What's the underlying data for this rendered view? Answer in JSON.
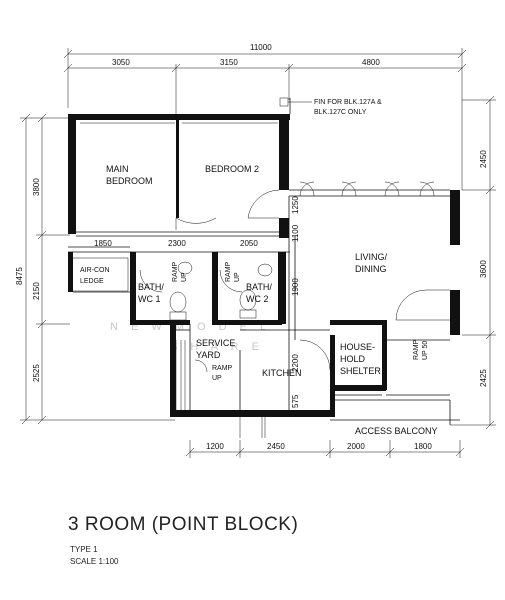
{
  "dimensions": {
    "overall_top": "11000",
    "top": [
      "3050",
      "3150",
      "4800"
    ],
    "interior_row": [
      "1850",
      "2300",
      "2050"
    ],
    "bottom": [
      "1200",
      "2450",
      "2000",
      "1800"
    ],
    "left": [
      "3800",
      "2150",
      "2525"
    ],
    "left_overall": "8475",
    "right": [
      "2450",
      "3600",
      "2425"
    ],
    "vertical_inner": [
      "1250",
      "1100",
      "1900",
      "2200",
      "575"
    ]
  },
  "rooms": {
    "main_bedroom": [
      "MAIN",
      "BEDROOM"
    ],
    "bedroom2": "BEDROOM 2",
    "living": [
      "LIVING/",
      "DINING"
    ],
    "bath1": [
      "BATH/",
      "WC 1"
    ],
    "bath2": [
      "BATH/",
      "WC 2"
    ],
    "aircon": [
      "AIR-CON",
      "LEDGE"
    ],
    "service_yard": [
      "SERVICE",
      "YARD"
    ],
    "kitchen": "KITCHEN",
    "shelter": [
      "HOUSE-",
      "HOLD",
      "SHELTER"
    ],
    "access_balcony": "ACCESS BALCONY"
  },
  "ramps": {
    "bath1": [
      "RAMP",
      "UP"
    ],
    "bath2": [
      "RAMP",
      "UP"
    ],
    "yard": [
      "RAMP",
      "UP"
    ],
    "entrance": [
      "RAMP",
      "UP 50"
    ]
  },
  "note": [
    "FIN FOR BLK.127A &",
    "BLK.127C ONLY"
  ],
  "watermark": [
    "N  E  W    M  O  D  E  L",
    "S  H  A  R  E"
  ],
  "title": {
    "main": "3 ROOM (POINT BLOCK)",
    "type": "TYPE 1",
    "scale": "SCALE 1:100"
  }
}
